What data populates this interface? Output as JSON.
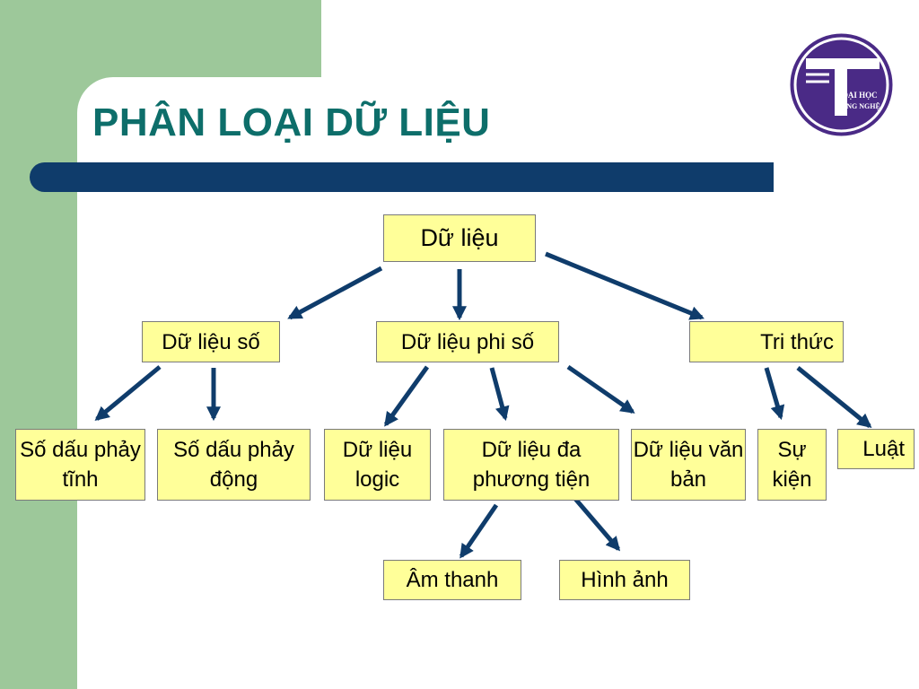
{
  "slide": {
    "title": "PHÂN LOẠI DỮ LIỆU",
    "logo_text_line1": "ĐẠI HỌC",
    "logo_text_line2": "CÔNG NGHỆ",
    "colors": {
      "green_band": "#9dc89a",
      "title": "#0d6e6a",
      "title_bar": "#0f3c6b",
      "node_fill": "#ffff99",
      "node_border": "#7a7a7a",
      "arrow": "#0f3c6b",
      "logo_purple": "#4a2a86"
    }
  },
  "diagram": {
    "root": "Dữ liệu",
    "level1": {
      "numeric": "Dữ liệu số",
      "non_numeric": "Dữ liệu phi số",
      "knowledge": "Tri thức"
    },
    "level2": {
      "fixed_point": "Số dấu phảy tĩnh",
      "floating_point": "Số dấu phảy động",
      "logic": "Dữ liệu logic",
      "multimedia": "Dữ liệu đa phương tiện",
      "text": "Dữ liệu văn bản",
      "event": "Sự kiện",
      "rule": "Luật"
    },
    "level3": {
      "audio": "Âm thanh",
      "image": "Hình ảnh"
    }
  }
}
